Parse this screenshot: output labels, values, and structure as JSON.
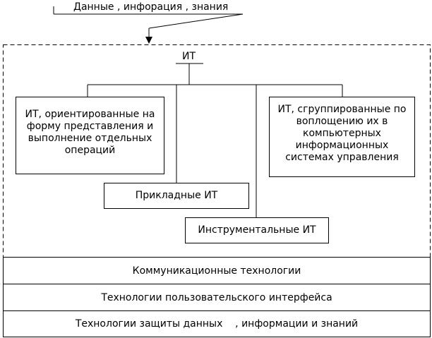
{
  "input_label": "Данные , инфорация , знания",
  "root_label": "ИТ",
  "left_box": [
    "ИТ, ориентированные на",
    "форму представления и",
    "выполнение отдельных",
    "операций"
  ],
  "right_box": [
    "ИТ, сгруппированные по",
    "воплощению их в",
    "компьютерных",
    "информационных",
    "системах управления"
  ],
  "applied_label": "Прикладные ИТ",
  "instrumental_label": "Инструментальные ИТ",
  "bands": [
    "Коммуникационные технологии",
    "Технологии пользовательского интерфейса",
    "Технологии защиты данных    , информации и знаний"
  ]
}
